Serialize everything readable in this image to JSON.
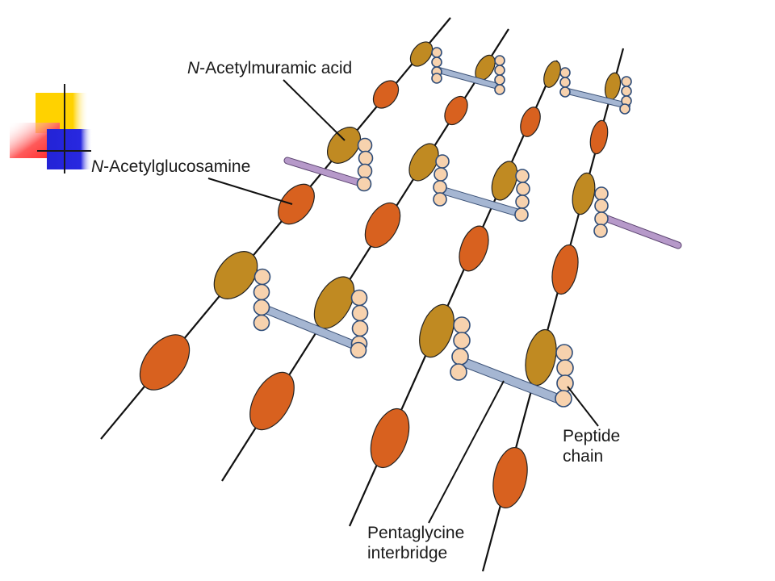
{
  "labels": {
    "nam_prefix": "N",
    "nam_text": "-Acetylmuramic acid",
    "nag_prefix": "N",
    "nag_text": "-Acetylglucosamine",
    "peptide_line1": "Peptide",
    "peptide_line2": "chain",
    "pentaglycine_line1": "Pentaglycine",
    "pentaglycine_line2": "interbridge"
  },
  "colors": {
    "nam_fill": "#c08a22",
    "nag_fill": "#d8611f",
    "peptide_bead": "#f7d2ae",
    "peptide_outline": "#2e4c78",
    "interbridge": "#a5b6d2",
    "interbridge_outline": "#3d5378",
    "free_interbridge": "#b699c9",
    "free_interbridge_outline": "#5b4470",
    "backbone": "#111111",
    "deco_yellow": "#ffd200",
    "deco_red": "#ff3b3b",
    "deco_blue": "#2323d6"
  }
}
